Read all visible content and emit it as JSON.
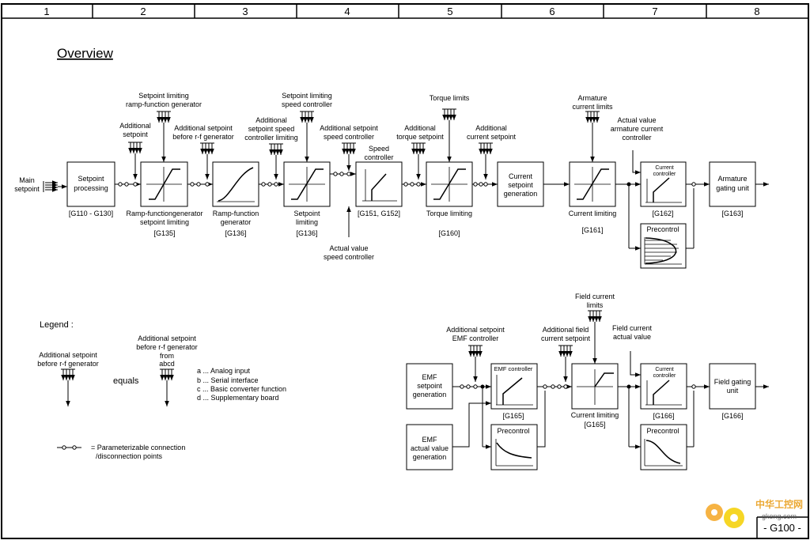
{
  "page": {
    "title": "Overview",
    "page_id": "- G100 -",
    "columns": [
      "1",
      "2",
      "3",
      "4",
      "5",
      "6",
      "7",
      "8"
    ]
  },
  "armature": {
    "main_setpoint": [
      "Main",
      "setpoint"
    ],
    "setpoint_processing": [
      "Setpoint",
      "processing"
    ],
    "setpoint_processing_ref": "[G110 - G130]",
    "additional_setpoint": [
      "Additional",
      "setpoint"
    ],
    "limit_rfg_label": [
      "Setpoint limiting",
      "ramp-function generator"
    ],
    "add_before_rfg": [
      "Additional setpoint",
      "before r-f generator"
    ],
    "rfg_limiting": [
      "Ramp-functiongenerator",
      "setpoint limiting"
    ],
    "rfg_limiting_ref": "[G135]",
    "rfg": [
      "Ramp-function",
      "generator"
    ],
    "rfg_ref": "[G136]",
    "add_speed_limit": [
      "Additional",
      "setpoint speed",
      "controller limiting"
    ],
    "speed_limit_label": [
      "Setpoint limiting",
      "speed controller"
    ],
    "setpoint_limiting": [
      "Setpoint",
      "limiting"
    ],
    "setpoint_limiting_ref": "[G136]",
    "add_speed_ctrl": [
      "Additional setpoint",
      "speed controller"
    ],
    "speed_controller_title": [
      "Speed",
      "controller"
    ],
    "speed_controller_ref": "[G151, G152]",
    "actual_speed": [
      "Actual value",
      "speed controller"
    ],
    "torque_limits": "Torque limits",
    "add_torque": [
      "Additional",
      "torque setpoint"
    ],
    "torque_limiting": "Torque limiting",
    "torque_ref": "[G160]",
    "add_current": [
      "Additional",
      "current setpoint"
    ],
    "current_setpoint_gen": [
      "Current",
      "setpoint",
      "generation"
    ],
    "armature_current_limits": [
      "Armature",
      "current limits"
    ],
    "current_limiting": "Current limiting",
    "current_limiting_ref": "[G161]",
    "actual_armature": [
      "Actual value",
      "armature current",
      "controller"
    ],
    "current_controller": [
      "Current",
      "controller"
    ],
    "current_controller_ref": "[G162]",
    "precontrol": "Precontrol",
    "armature_gating": [
      "Armature",
      "gating unit"
    ],
    "armature_gating_ref": "[G163]"
  },
  "field": {
    "emf_setpoint_gen": [
      "EMF",
      "setpoint",
      "generation"
    ],
    "add_emf": [
      "Additional setpoint",
      "EMF controller"
    ],
    "emf_controller": "EMF controller",
    "emf_controller_ref": "[G165]",
    "precontrol": "Precontrol",
    "emf_actual": [
      "EMF",
      "actual value",
      "generation"
    ],
    "add_field_current": [
      "Additional field",
      "current setpoint"
    ],
    "field_current_limits": [
      "Field current",
      "limits"
    ],
    "current_limiting": "Current limiting",
    "current_limiting_ref": "[G165]",
    "field_current_actual": [
      "Field current",
      "actual value"
    ],
    "current_controller": [
      "Current",
      "controller"
    ],
    "current_controller_ref": "[G166]",
    "precontrol2": "Precontrol",
    "field_gating": [
      "Field gating",
      "unit"
    ],
    "field_gating_ref": "[G166]"
  },
  "legend": {
    "title": "Legend :",
    "left_label": [
      "Additional setpoint",
      "before r-f generator"
    ],
    "equals": "equals",
    "right_label": [
      "Additional setpoint",
      "before r-f generator",
      "from",
      "abcd"
    ],
    "items": [
      "a ... Analog input",
      "b ... Serial interface",
      "c ... Basic converter function",
      "d ... Supplementary board"
    ],
    "connection_note": [
      "= Parameterizable connection",
      "/disconnection points"
    ]
  },
  "watermark": {
    "text": "中华工控网",
    "site": "gkong.com"
  }
}
